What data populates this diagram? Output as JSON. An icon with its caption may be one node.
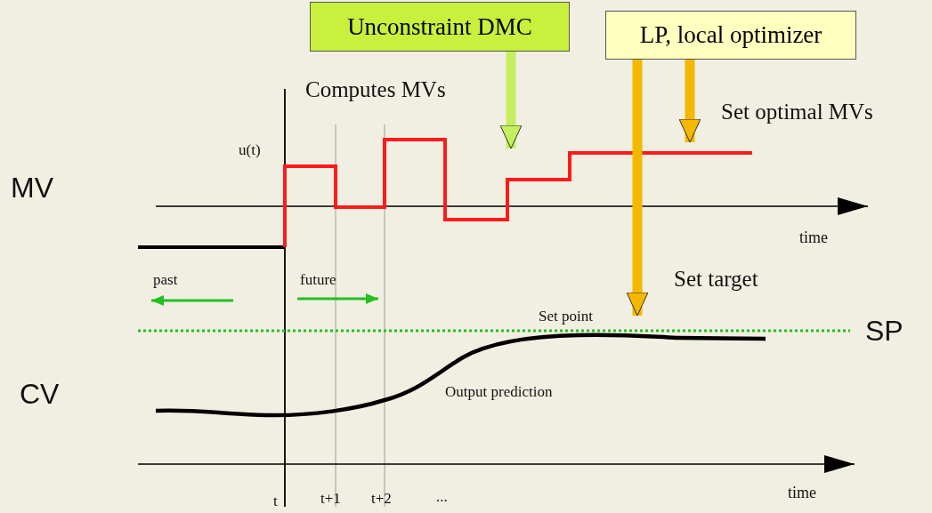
{
  "diagram": {
    "nodes": [
      {
        "text": [
          "Unconstraint DMC"
        ]
      },
      {
        "text": [
          "LP, local optimizer"
        ]
      }
    ],
    "edges": [
      {
        "from": 0,
        "to": null,
        "arrow": "to",
        "color": "#c4f060"
      },
      {
        "from": 1,
        "to": null,
        "arrow": "to"
      },
      {
        "from": 1,
        "to": null,
        "arrow": "to"
      }
    ],
    "labels": [
      "Computes MVs",
      "Set optimal MVs",
      "u(t)",
      "MV",
      "time",
      "past",
      "future",
      "Set target",
      "Set point",
      "SP",
      "CV",
      "Output prediction",
      "t",
      "t+1",
      "t+2",
      "...",
      "time"
    ]
  }
}
